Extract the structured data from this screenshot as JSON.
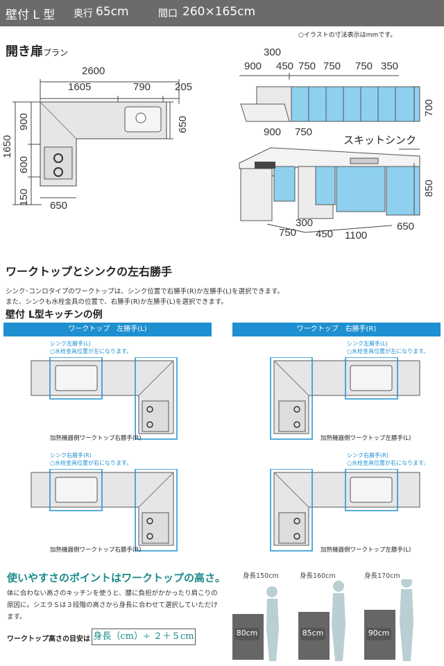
{
  "header": {
    "type": "壁付 L 型",
    "depth_label": "奥行",
    "depth_value": "65cm",
    "width_label": "間口",
    "width_value": "260×165cm"
  },
  "illustration_note": "○イラストの寸法表示はmmです。",
  "plan": {
    "title": "開き扉",
    "title_suffix": "プラン",
    "dims": {
      "total": "2600",
      "a": "1605",
      "b": "790",
      "c": "205",
      "d": "900",
      "e": "650",
      "f": "1650",
      "g": "600",
      "h": "150",
      "i": "650"
    }
  },
  "elevation": {
    "top_dims": [
      "300",
      "900",
      "450",
      "750",
      "750",
      "750",
      "350"
    ],
    "right_top": "700",
    "mid_dims": [
      "900",
      "750"
    ],
    "sink_label": "スキットシンク",
    "right_bottom": "850",
    "bottom_dims": [
      "300",
      "450",
      "1100",
      "750",
      "650"
    ]
  },
  "section2": {
    "title": "ワークトップとシンクの左右勝手",
    "line1": "シンク･コンロタイプのワークトップは、シンク位置で右勝手(R)か左勝手(L)を選択できます。",
    "line2": "また、シンクも水栓金具の位置で、右勝手(R)か左勝手(L)を選択できます。",
    "example_title": "壁付 L型キッチンの例"
  },
  "examples": {
    "left_bar": "ワークトップ　左勝手(L)",
    "right_bar": "ワークトップ　右勝手(R)",
    "tl_sink": "シンク左勝手(L)",
    "tl_sink_note": "○水栓金具位置が左になります。",
    "tl_caption": "加熱機器側ワークトップ右勝手(R)",
    "bl_sink": "シンク右勝手(R)",
    "bl_sink_note": "○水栓金具位置が右になります。",
    "bl_caption": "加熱機器側ワークトップ右勝手(R)",
    "tr_sink": "シンク左勝手(L)",
    "tr_sink_note": "○水栓金具位置が左になります。",
    "tr_caption": "加熱機器側ワークトップ左勝手(L)",
    "br_sink": "シンク右勝手(R)",
    "br_sink_note": "○水栓金具位置が右になります。",
    "br_caption": "加熱機器側ワークトップ左勝手(L)"
  },
  "height": {
    "title": "使いやすさのポイントはワークトップの高さ。",
    "body1": "体に合わない高さのキッチンを使うと、腰に負担がかかったり肩こりの",
    "body2": "原因に。シエラＳは３段階の高さから身長に合わせて選択していただけ",
    "body3": "ます。",
    "formula_label": "ワークトップ高さの目安は",
    "formula": "身長（cm）÷ ２＋５cm",
    "figures": [
      {
        "label": "身長150cm",
        "height": "80cm"
      },
      {
        "label": "身長160cm",
        "height": "85cm"
      },
      {
        "label": "身長170cm",
        "height": "90cm"
      }
    ]
  },
  "colors": {
    "accent_blue": "#1e8fd0",
    "cabinet_blue": "#8fd0ef",
    "teal": "#1a8a8a",
    "figure": "#b9cfd3",
    "header": "#6b6b6b"
  }
}
